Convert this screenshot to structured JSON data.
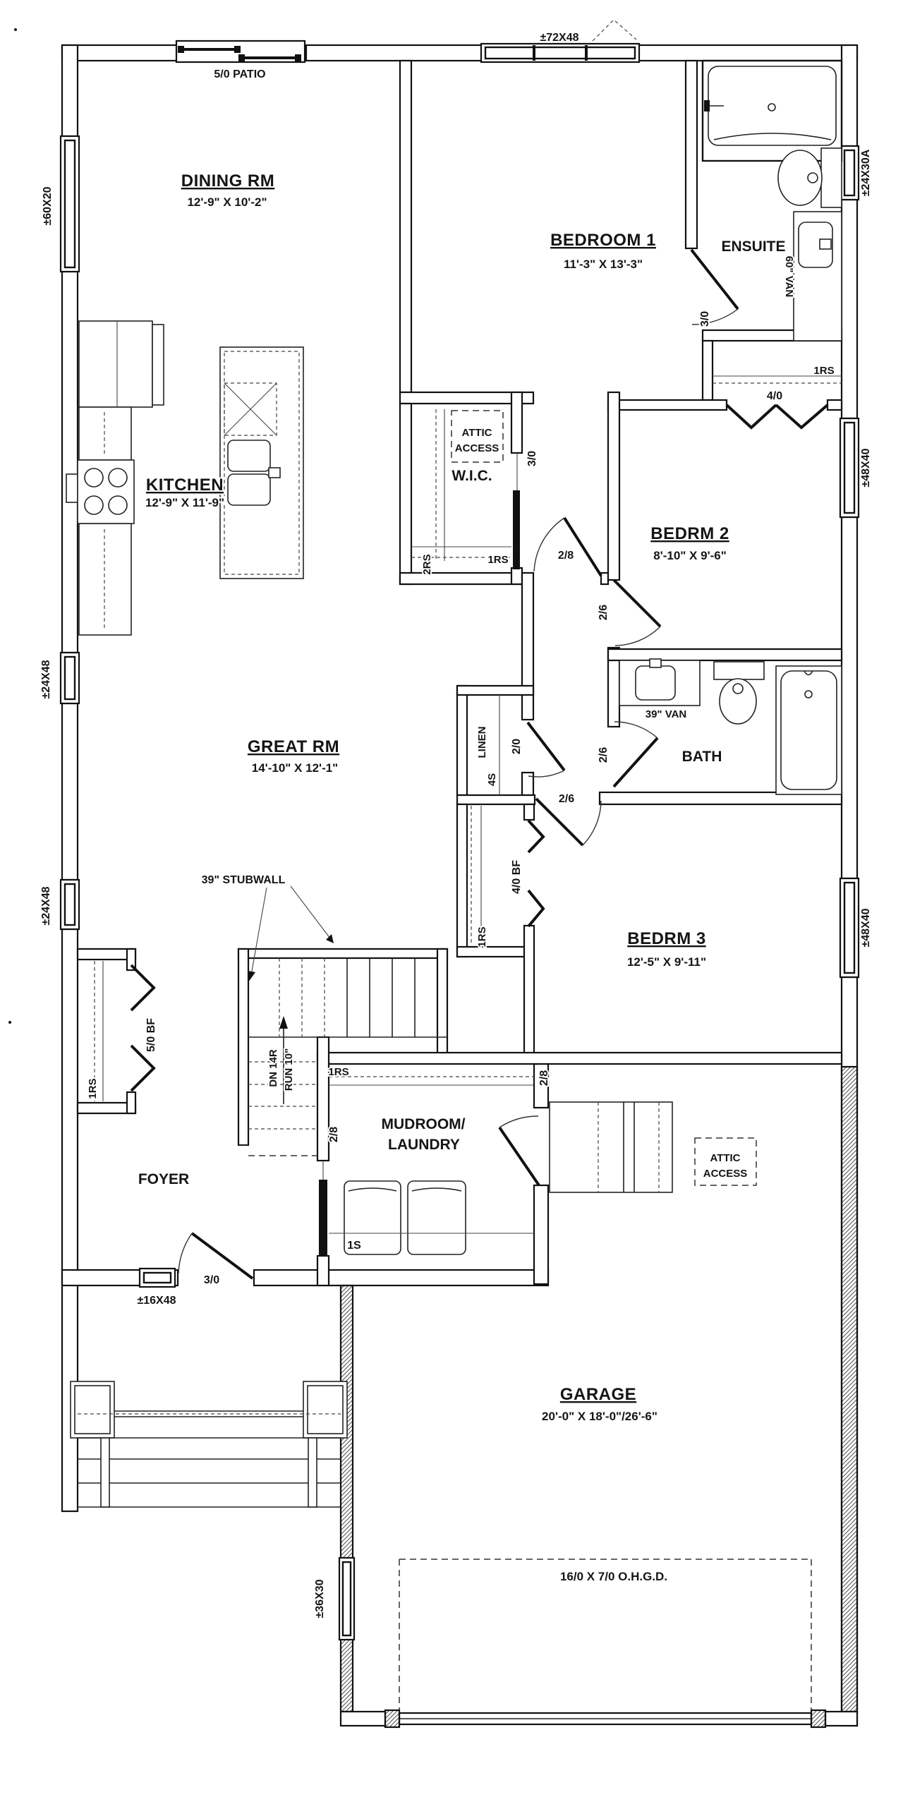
{
  "drawing": {
    "rooms": {
      "dining": {
        "name": "DINING RM",
        "dims": "12'-9\" X 10'-2\""
      },
      "bedroom1": {
        "name": "BEDROOM 1",
        "dims": "11'-3\" X 13'-3\""
      },
      "ensuite": {
        "name": "ENSUITE"
      },
      "kitchen": {
        "name": "KITCHEN",
        "dims": "12'-9\" X 11'-9\""
      },
      "wic": {
        "name": "W.I.C."
      },
      "bedroom2": {
        "name": "BEDRM 2",
        "dims": "8'-10\" X 9'-6\""
      },
      "great": {
        "name": "GREAT RM",
        "dims": "14'-10\" X 12'-1\""
      },
      "bath": {
        "name": "BATH"
      },
      "bedroom3": {
        "name": "BEDRM 3",
        "dims": "12'-5\" X 9'-11\""
      },
      "linen": {
        "name": "LINEN"
      },
      "foyer": {
        "name": "FOYER"
      },
      "mudroom": {
        "name_line1": "MUDROOM/",
        "name_line2": "LAUNDRY"
      },
      "garage": {
        "name": "GARAGE",
        "dims": "20'-0\" X 18'-0\"/26'-6\""
      }
    },
    "windows": {
      "patio": "5/0 PATIO",
      "w72": "±72X48",
      "w60": "±60X20",
      "w24a": "±24X30A",
      "w48_bed2": "±48X40",
      "w48_bed3": "±48X40",
      "w24_1": "±24X48",
      "w24_2": "±24X48",
      "w16": "±16X48",
      "w36": "±36X30"
    },
    "doors": {
      "ensuite": "3/0",
      "wic": "3/0",
      "hall": "2/8",
      "bedroom2": "2/6",
      "bath": "2/6",
      "bedroom3": "2/6",
      "linen": "2/0",
      "bed2_closet": "4/0",
      "bed3_closet": "4/0 BF",
      "foyer_closet": "5/0 BF",
      "front": "3/0",
      "mud_pocket": "2/8",
      "garage_entry": "2/8",
      "overhead": "16/0 X 7/0 O.H.G.D."
    },
    "shelving": {
      "wic_double": "2RS",
      "wic_single": "1RS",
      "bed2": "1RS",
      "bed3": "1RS",
      "foyer": "1RS",
      "mudroom": "1RS",
      "mud_shelf": "1S",
      "linen": "4S"
    },
    "fixtures": {
      "van60": "60\" VAN",
      "van39": "39\" VAN"
    },
    "stairs": {
      "dn": "DN 14R",
      "run": "RUN 10\""
    },
    "notes": {
      "stubwall": "39\" STUBWALL",
      "attic1": "ATTIC",
      "attic2": "ACCESS"
    }
  }
}
